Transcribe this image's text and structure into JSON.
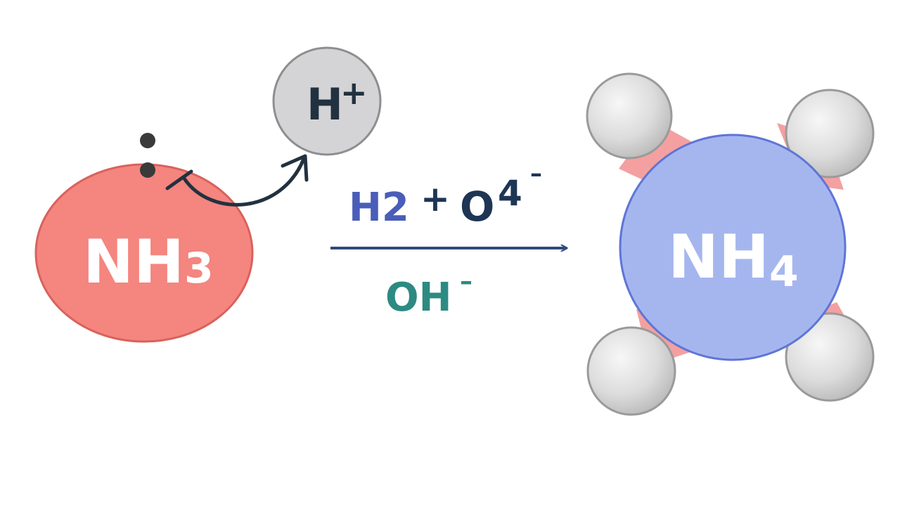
{
  "reactant": {
    "base": "NH",
    "subscript": "3"
  },
  "proton": {
    "base": "H",
    "charge": "+"
  },
  "conditions": {
    "top_left": "H2",
    "plus": "+",
    "top_right_base": "O",
    "top_right_sup": "4",
    "top_right_charge": "–",
    "bottom_base": "OH",
    "bottom_charge": "–"
  },
  "product": {
    "base": "NH",
    "subscript": "4"
  },
  "colors": {
    "nh3_fill": "#f4857f",
    "nh3_stroke": "#d9625c",
    "proton_fill": "#d4d4d6",
    "proton_stroke": "#8e8e90",
    "nh4_fill": "#a5b6ef",
    "nh4_stroke": "#5f75d6",
    "hydrogen_fill": "#dcdcdc",
    "bond_pink": "#f4a0a0",
    "arrow": "#2d4a80",
    "h2_text": "#4a5db8",
    "o4_text": "#1e3554",
    "oh_text": "#2d8a82",
    "dark": "#22313f"
  }
}
